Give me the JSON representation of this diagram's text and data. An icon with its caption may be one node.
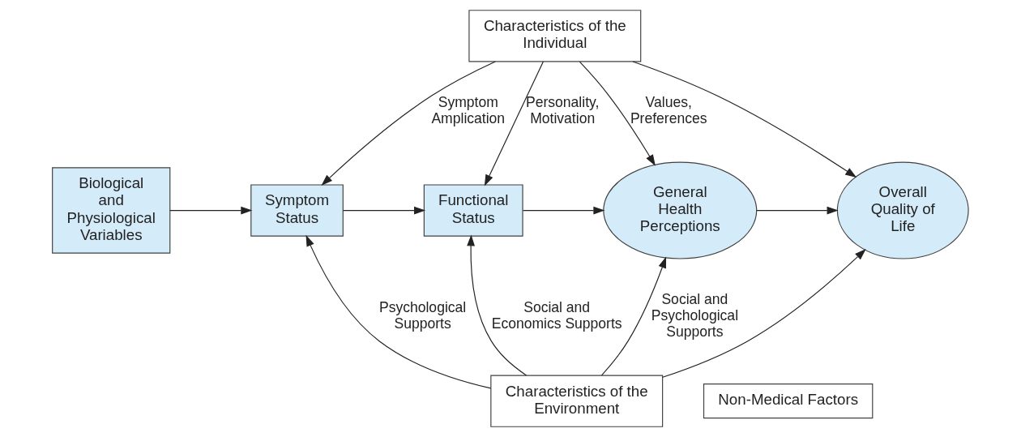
{
  "diagram": {
    "nodes": [
      {
        "text": [
          "Biological and Physiological Variables"
        ]
      },
      {
        "text": [
          "Characteristics of the Individual"
        ]
      },
      {
        "text": [
          "Symptom Status"
        ]
      },
      {
        "text": [
          "Functional Status"
        ]
      },
      {
        "text": [
          "General Health Perceptions"
        ]
      },
      {
        "text": [
          "Overall Quality of Life"
        ]
      },
      {
        "text": [
          "Characteristics of the Environment"
        ]
      },
      {
        "text": [
          "Non-Medical Factors"
        ]
      }
    ],
    "edges": [
      {
        "from": 0,
        "to": 2,
        "arrow": "to"
      },
      {
        "from": 2,
        "to": 3,
        "arrow": "to"
      },
      {
        "from": 3,
        "to": 4,
        "arrow": "to"
      },
      {
        "from": 4,
        "to": 5,
        "arrow": "to"
      },
      {
        "from": 1,
        "to": 2,
        "arrow": "to",
        "label": "Symptom Amplication"
      },
      {
        "from": 1,
        "to": 3,
        "arrow": "to",
        "label": "Personality, Motivation"
      },
      {
        "from": 1,
        "to": 4,
        "arrow": "to",
        "label": "Values, Preferences"
      },
      {
        "from": 1,
        "to": 5,
        "arrow": "to"
      },
      {
        "from": 6,
        "to": 2,
        "arrow": "to",
        "label": "Psychological Supports"
      },
      {
        "from": 6,
        "to": 3,
        "arrow": "to",
        "label": "Social and Economics Supports"
      },
      {
        "from": 6,
        "to": 4,
        "arrow": "to",
        "label": "Social and Psychological Supports"
      },
      {
        "from": 6,
        "to": 5,
        "arrow": "to"
      }
    ]
  }
}
